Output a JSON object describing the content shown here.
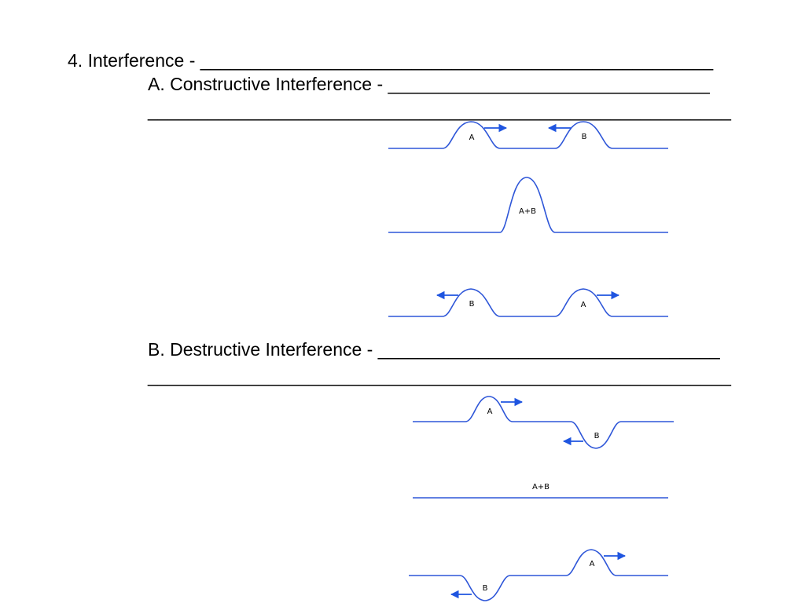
{
  "worksheet": {
    "item4": {
      "text": "4. Interference - ___________________________________________________"
    },
    "itemA": {
      "text": "A. Constructive Interference - ________________________________",
      "blank_line": "__________________________________________________________"
    },
    "itemB": {
      "text": "B. Destructive Interference - __________________________________",
      "blank_line": "__________________________________________________________"
    }
  },
  "diagrams": {
    "wave_color": "#2e56d8",
    "arrow_color": "#1f55e0",
    "constructive": {
      "before": {
        "pulse_1": "A",
        "pulse_2": "B"
      },
      "overlap": {
        "label": "A+B"
      },
      "after": {
        "pulse_1": "B",
        "pulse_2": "A"
      }
    },
    "destructive": {
      "before": {
        "pulse_up": "A",
        "pulse_down": "B"
      },
      "overlap": {
        "label": "A+B"
      },
      "after": {
        "pulse_up": "A",
        "pulse_down": "B"
      }
    }
  }
}
